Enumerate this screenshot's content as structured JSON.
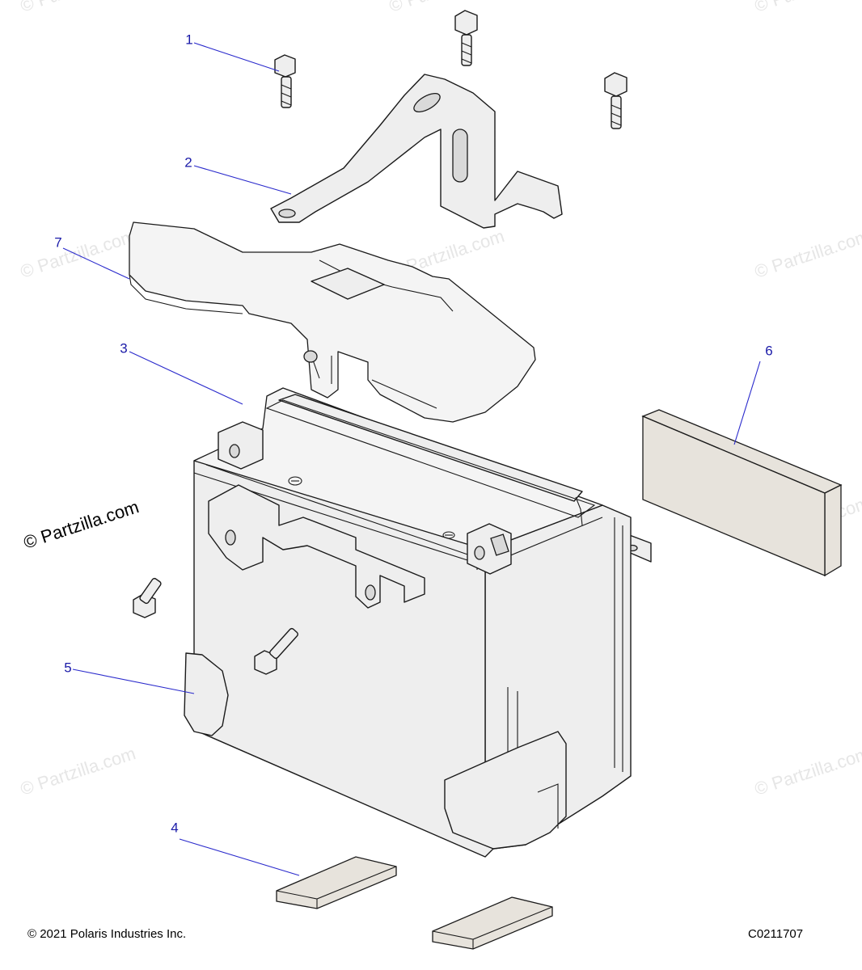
{
  "diagram": {
    "callouts": [
      {
        "id": "1",
        "label": "1"
      },
      {
        "id": "2",
        "label": "2"
      },
      {
        "id": "3",
        "label": "3"
      },
      {
        "id": "4",
        "label": "4"
      },
      {
        "id": "5",
        "label": "5"
      },
      {
        "id": "6",
        "label": "6"
      },
      {
        "id": "7",
        "label": "7"
      }
    ],
    "watermark": "© Partzilla.com",
    "footer": {
      "copyright": "© 2021 Polaris Industries Inc.",
      "diagram_code": "C0211707"
    }
  },
  "colors": {
    "callout_text": "#1a1aa8",
    "leader_line": "#2a2acc",
    "part_fill": "#eeeeee",
    "pad_fill": "#e7e3dc",
    "watermark": "#e6e6e6"
  }
}
